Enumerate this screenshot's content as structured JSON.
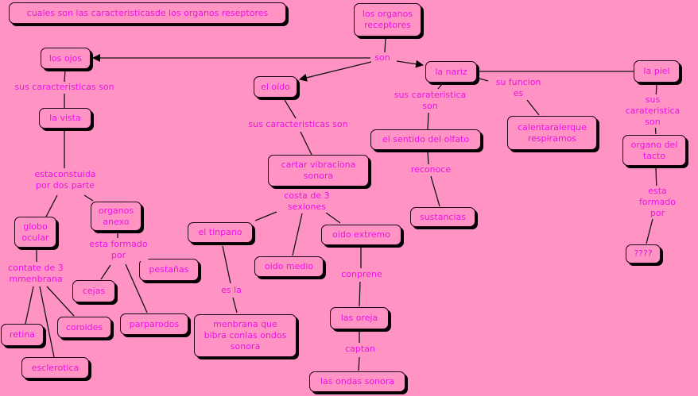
{
  "colors": {
    "background": "#ff94c4",
    "text": "#ee10e6",
    "border": "#000000"
  },
  "title": "cuales son las caracteristicasde los organos reseptores",
  "concepts": {
    "root": "los organos\nreceptores",
    "ojos": "los ojos",
    "nariz": "la nariz",
    "piel": "la piel",
    "oido": "el oído",
    "vista": "la vista",
    "olfato": "el sentido del olfato",
    "calentar": "calentaraierque\nrespiramos",
    "tacto": "organo del\ntacto",
    "cartar": "cartar vibraciona\nsonora",
    "anexo": "organos\nanexo",
    "globo": "globo\nocular",
    "tinpano": "el tinpano",
    "extremo": "oido extremo",
    "sustancias": "sustancias",
    "pestanas": "pestañas",
    "medio": "oido medio",
    "incognita": "????",
    "cejas": "cejas",
    "parparodos": "parparodos",
    "coroides": "coroides",
    "retina": "retina",
    "menbrana": "menbrana que\nbibra conlas ondos\nsonora",
    "oreja": "las oreja",
    "esclerotica": "esclerotica",
    "ondas": "las ondas sonora"
  },
  "phrases": {
    "son": "son",
    "ojos_car": "sus caracteristicas son",
    "oido_car": "sus caracteristicas son",
    "nariz_car": "sus carateristica\nson",
    "funcion": "su funcion\nes",
    "piel_car": "sus carateristica\nson",
    "constuida": "estaconstuida\npor dos parte",
    "costa": "costa de 3\nsexiones",
    "reconoce": "reconoce",
    "piel_formado": "esta formado\npor",
    "anexo_formado": "esta formado\npor",
    "contate": "contate de 3\nmmenbrana",
    "esla": "es la",
    "conprene": "conprene",
    "captan": "captan"
  }
}
